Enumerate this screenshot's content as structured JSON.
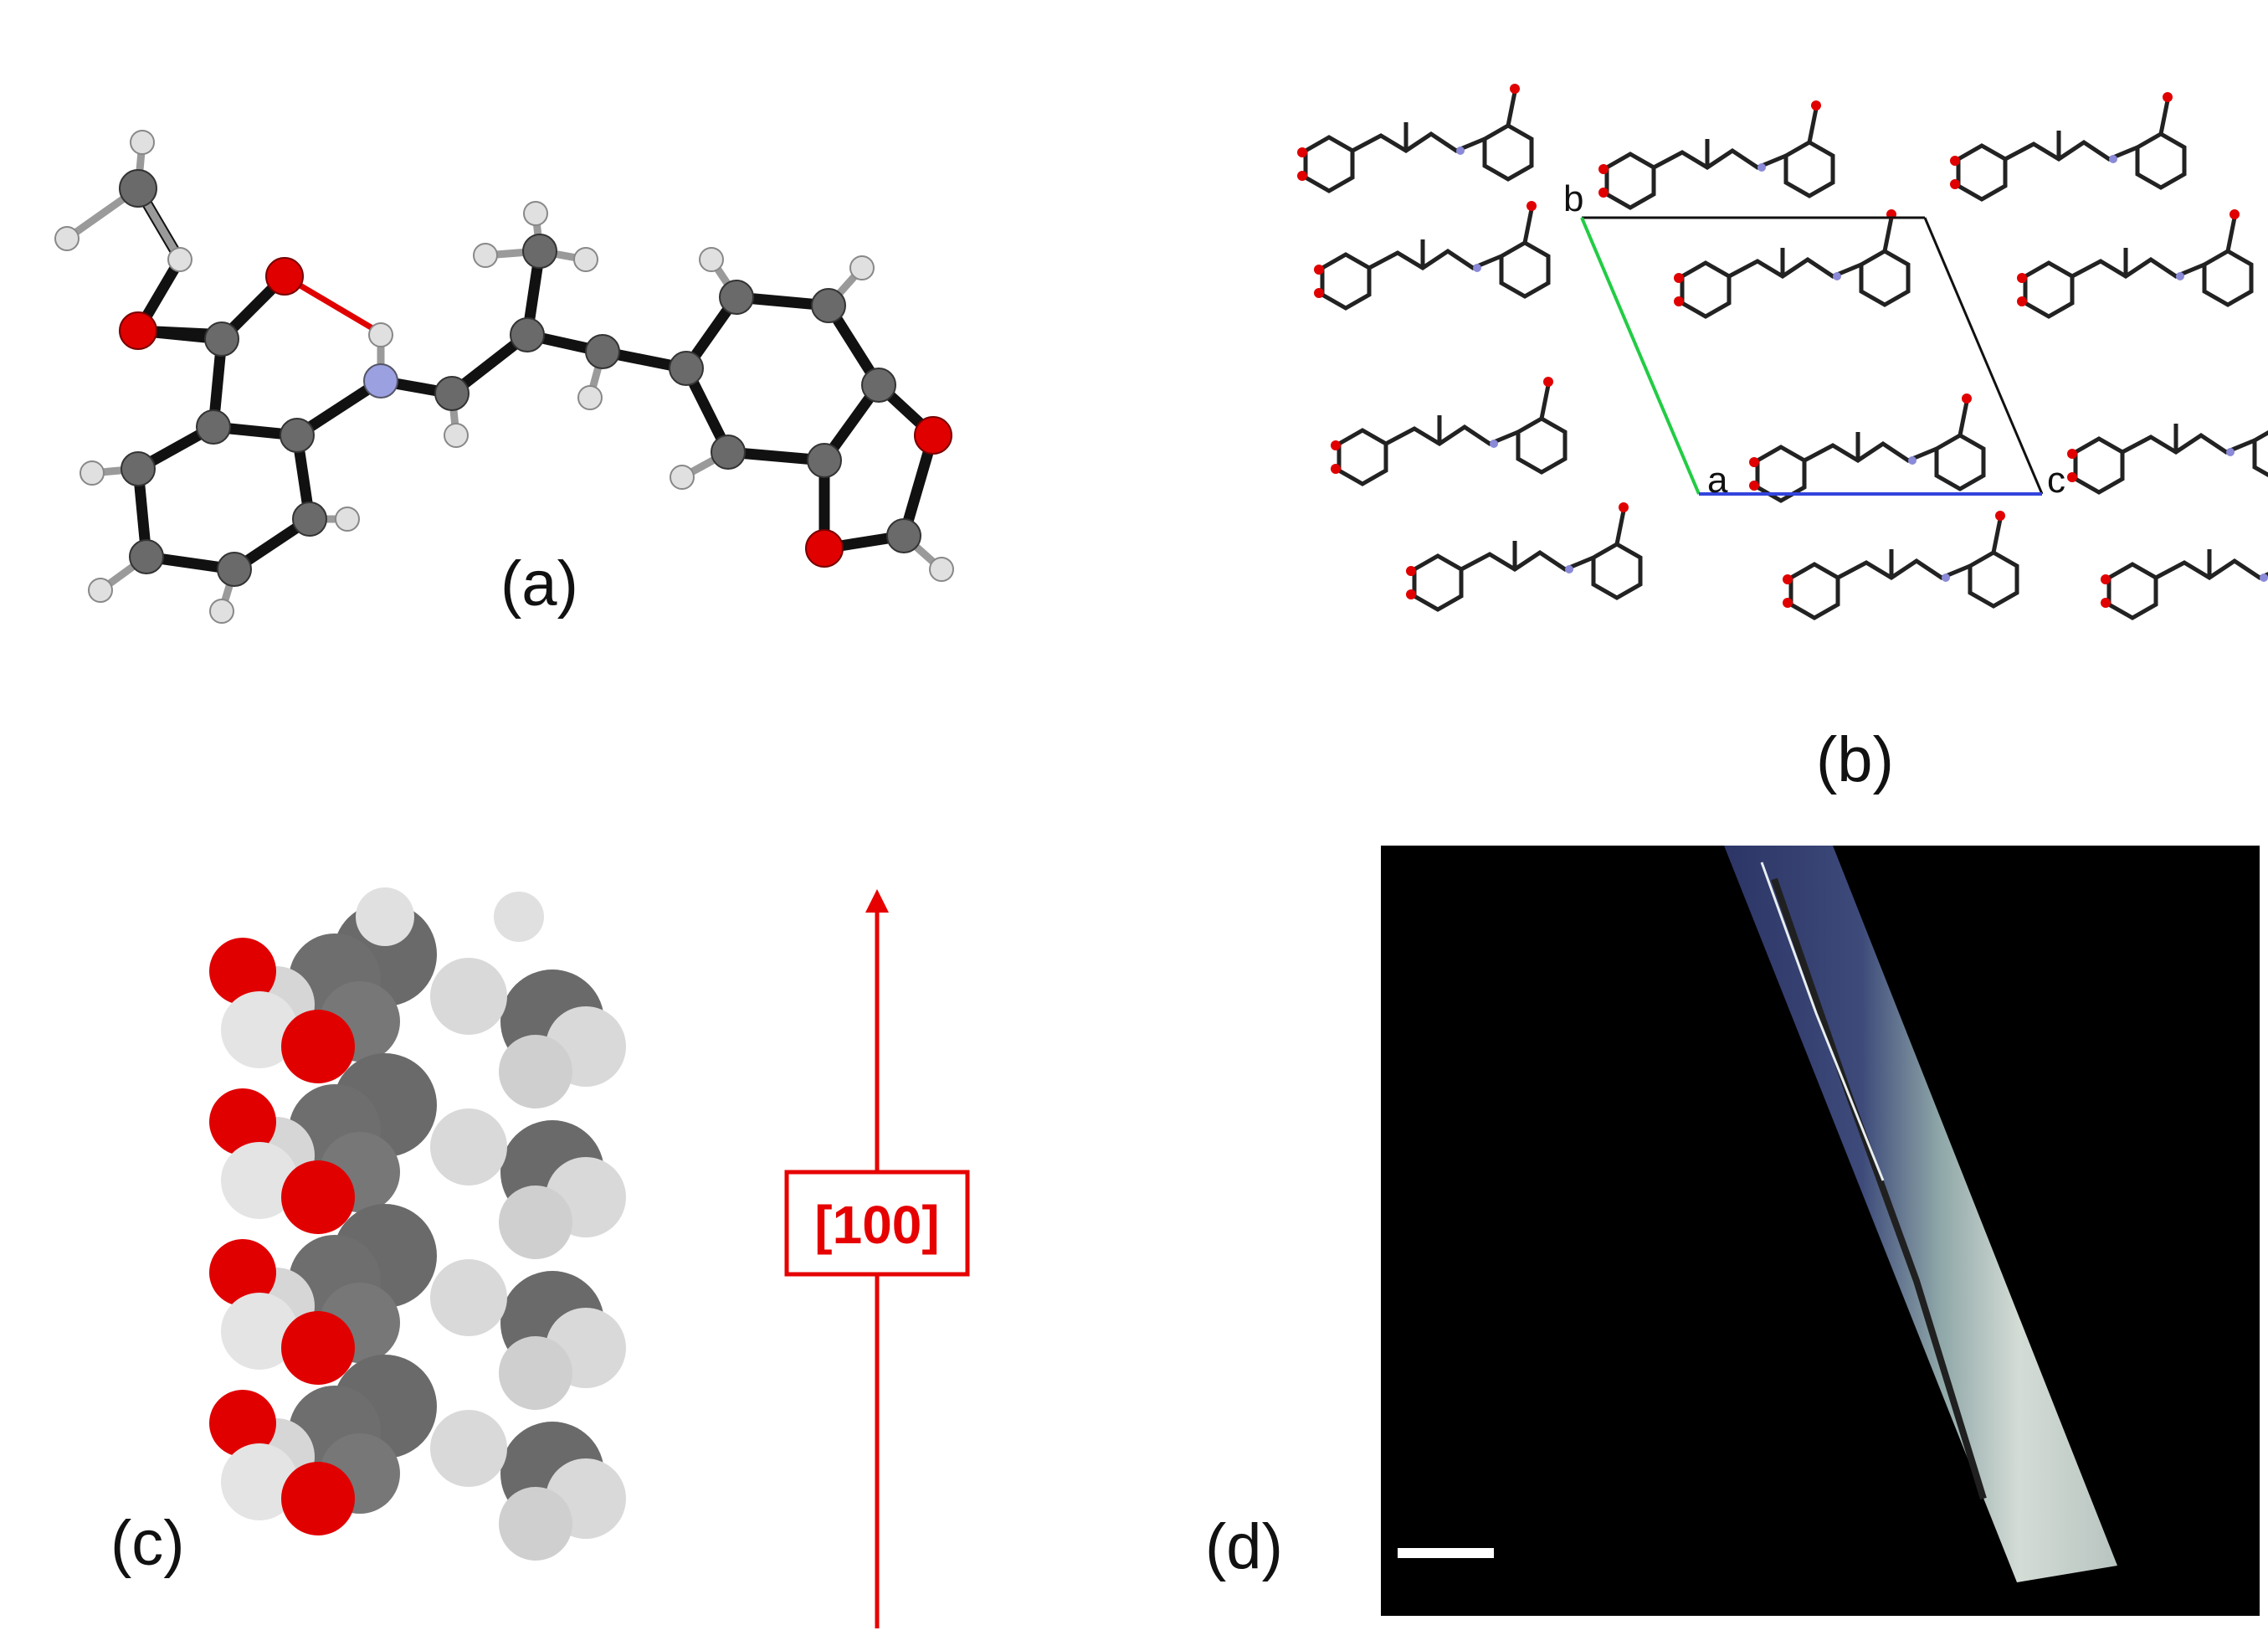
{
  "panels": {
    "a": {
      "label": "(a)"
    },
    "b": {
      "label": "(b)",
      "axes": {
        "a": "a",
        "b": "b",
        "c": "c"
      }
    },
    "c": {
      "label": "(c)",
      "direction": "[100]"
    },
    "d": {
      "label": "(d)"
    }
  },
  "colors": {
    "carbon": "#5a5a5a",
    "hydrogen": "#d8d8d8",
    "oxygen": "#e00000",
    "nitrogen": "#9aa0e0",
    "hbond": "#e00000",
    "axis_a": "#22cc44",
    "axis_c": "#3344dd",
    "arrow_red": "#e60000"
  }
}
